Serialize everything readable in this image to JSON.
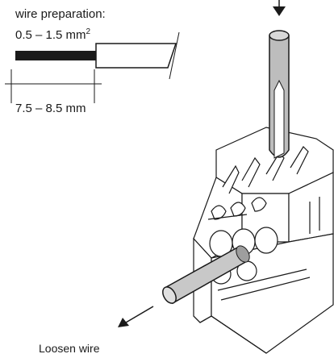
{
  "wire_prep": {
    "heading": "wire preparation:",
    "cross_section": "0.5 – 1.5 mm",
    "cross_section_sup": "2",
    "strip_length": "7.5 – 8.5 mm"
  },
  "caption": {
    "loosen": "Loosen wire"
  },
  "colors": {
    "line": "#1a1a1a",
    "tool_fill": "#bdbdbd",
    "wire_fill": "#c8c8c8",
    "insulation": "#1a1a1a"
  }
}
